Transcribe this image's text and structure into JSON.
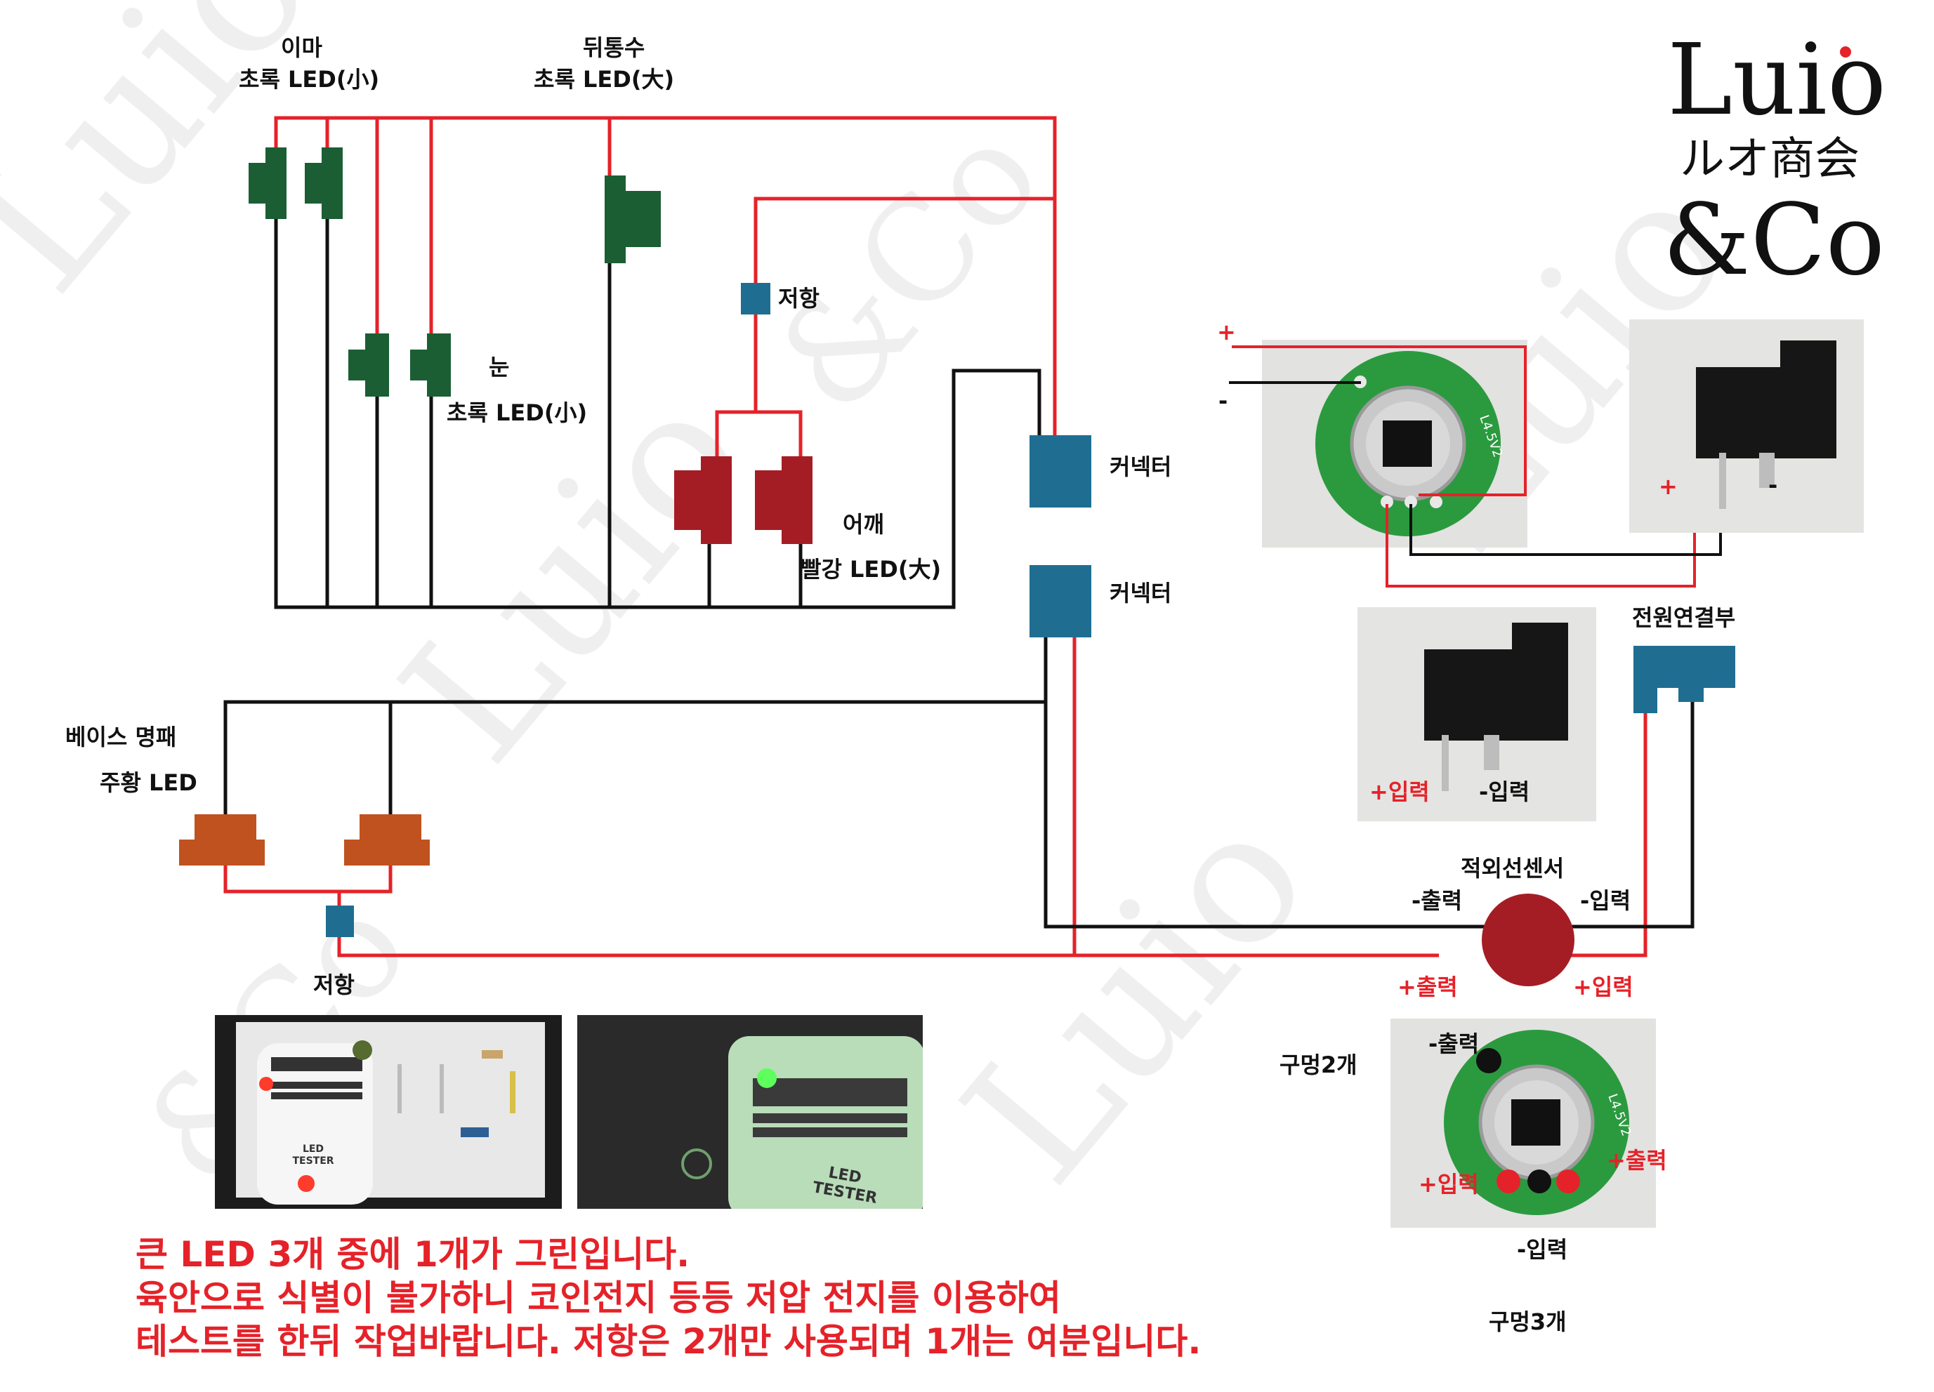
{
  "labels": {
    "forehead_title": "이마",
    "forehead_led": "초록 LED(小)",
    "back_title": "뒤통수",
    "back_led": "초록 LED(大)",
    "eye_title": "눈",
    "eye_led": "초록 LED(小)",
    "resistor_top": "저항",
    "shoulder_title": "어깨",
    "shoulder_led": "빨강 LED(大)",
    "connector_1": "커넥터",
    "connector_2": "커넥터",
    "base_title": "베이스 명패",
    "base_led": "주황 LED",
    "resistor_bottom": "저항",
    "ir_sensor": "적외선센서",
    "sensor_out_minus": "-출력",
    "sensor_in_minus": "-입력",
    "sensor_out_plus": "+출력",
    "sensor_in_plus": "+입력",
    "power_title": "전원연결부",
    "jack_in_plus": "+입력",
    "jack_in_minus": "-입력",
    "pcb_plus": "+",
    "pcb_minus": "-",
    "jack_plus": "+",
    "jack_minus": "-",
    "holes2": "구멍2개",
    "holes3": "구멍3개",
    "pcb_out_minus": "-출력",
    "pcb_in_plus": "+입력",
    "pcb_out_plus": "+출력",
    "pcb_in_minus": "-입력",
    "pcb_chip_text": "L4.5V2",
    "tester_title": "LED",
    "tester_title2": "TESTER"
  },
  "notes": [
    "큰 LED 3개 중에 1개가 그린입니다.",
    "육안으로 식별이 불가하니 코인전지 등등 저압 전지를 이용하여",
    "테스트를 한뒤 작업바랍니다. 저항은 2개만 사용되며 1개는 여분입니다."
  ],
  "logo": {
    "name": "Luio",
    "katakana": "ルオ商会",
    "suffix": "&Co"
  },
  "colors": {
    "wire_red": "#e52229",
    "wire_black": "#111111",
    "led_green": "#1b5e34",
    "led_red": "#a51d24",
    "led_orange": "#c0521f",
    "connector": "#1f6e92",
    "sensor": "#a51d24",
    "note_red": "#e52229"
  }
}
